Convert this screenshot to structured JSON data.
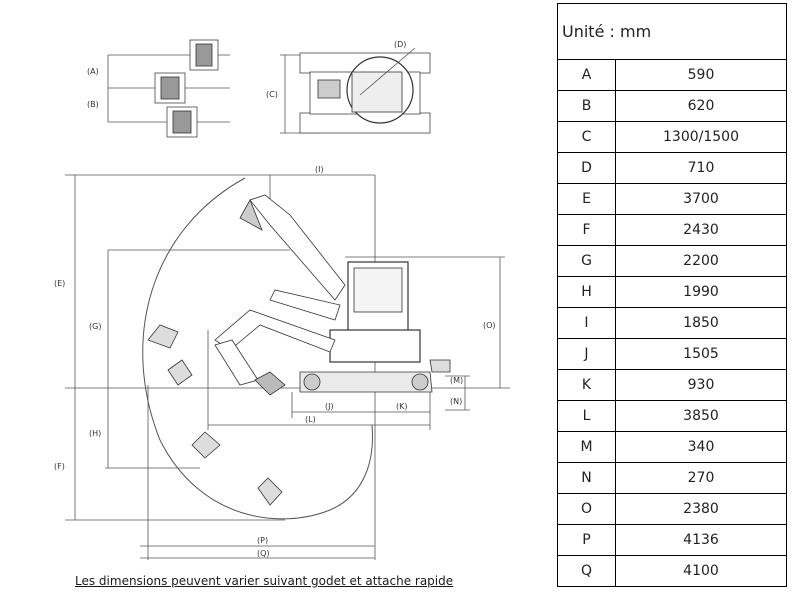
{
  "labels": {
    "A": "(A)",
    "B": "(B)",
    "C": "(C)",
    "D": "(D)",
    "E": "(E)",
    "F": "(F)",
    "G": "(G)",
    "H": "(H)",
    "I": "(I)",
    "J": "(J)",
    "K": "(K)",
    "L": "(L)",
    "M": "(M)",
    "N": "(N)",
    "O": "(O)",
    "P": "(P)",
    "Q": "(Q)"
  },
  "caption": "Les dimensions peuvent varier suivant godet et attache rapide",
  "table": {
    "header": "Unité : mm",
    "rows": [
      {
        "key": "A",
        "value": "590"
      },
      {
        "key": "B",
        "value": "620"
      },
      {
        "key": "C",
        "value": "1300/1500"
      },
      {
        "key": "D",
        "value": "710"
      },
      {
        "key": "E",
        "value": "3700"
      },
      {
        "key": "F",
        "value": "2430"
      },
      {
        "key": "G",
        "value": "2200"
      },
      {
        "key": "H",
        "value": "1990"
      },
      {
        "key": "I",
        "value": "1850"
      },
      {
        "key": "J",
        "value": "1505"
      },
      {
        "key": "K",
        "value": "930"
      },
      {
        "key": "L",
        "value": "3850"
      },
      {
        "key": "M",
        "value": "340"
      },
      {
        "key": "N",
        "value": "270"
      },
      {
        "key": "O",
        "value": "2380"
      },
      {
        "key": "P",
        "value": "4136"
      },
      {
        "key": "Q",
        "value": "4100"
      }
    ]
  }
}
